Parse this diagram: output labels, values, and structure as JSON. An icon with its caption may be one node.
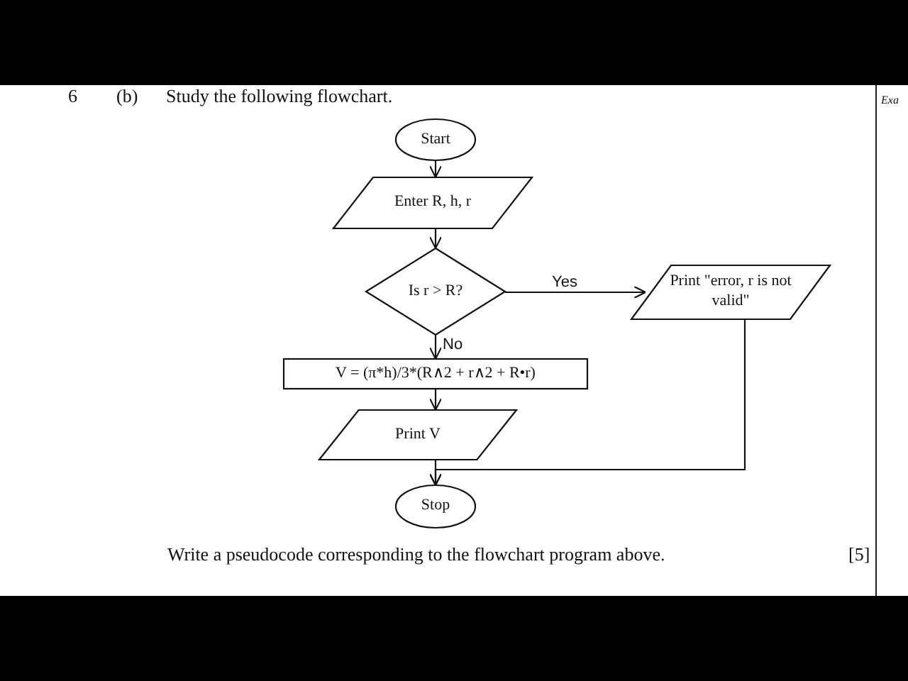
{
  "diagram": {
    "nodes": [
      {
        "text": [
          "Start"
        ]
      },
      {
        "text": [
          "Enter R, h, r"
        ]
      },
      {
        "text": [
          "Is r > R?"
        ]
      },
      {
        "text": [
          "Print \"error, r is not valid\""
        ]
      },
      {
        "text": [
          "V = (π*h)/3*(R∧2 + r∧2 + R•r)"
        ]
      },
      {
        "text": [
          "Print V"
        ]
      },
      {
        "text": [
          "Stop"
        ]
      }
    ],
    "edges": [
      {
        "from": 0,
        "to": 1,
        "arrow": "to"
      },
      {
        "from": 1,
        "to": 2,
        "arrow": "to"
      },
      {
        "from": 2,
        "to": 3,
        "arrow": "to",
        "label": "Yes"
      },
      {
        "from": 2,
        "to": 4,
        "arrow": "to",
        "label": "No"
      },
      {
        "from": 4,
        "to": 5,
        "arrow": "to"
      },
      {
        "from": 5,
        "to": 6,
        "arrow": "to"
      },
      {
        "from": 3,
        "to": 6,
        "arrow": "to"
      }
    ],
    "labels": [
      "6",
      "(b)",
      "Study the following flowchart.",
      "Exa",
      "Write a pseudocode corresponding to the flowchart program above.",
      "[5]"
    ]
  }
}
